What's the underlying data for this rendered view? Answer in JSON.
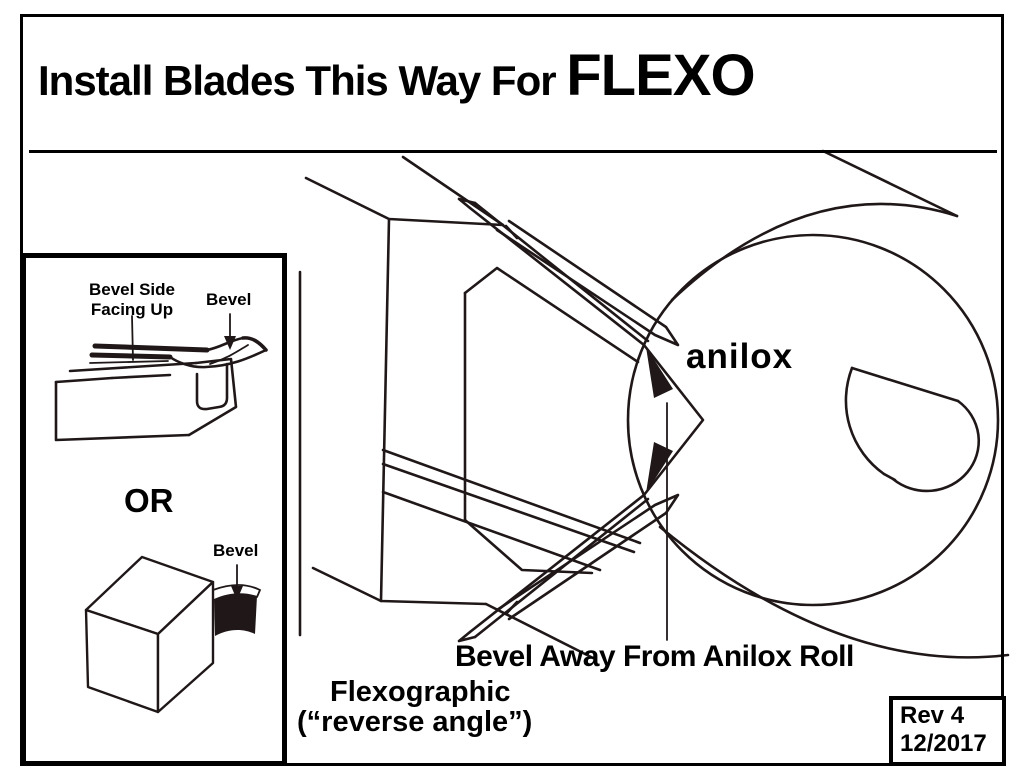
{
  "page": {
    "title": "Install Blades This Way For ",
    "title_emphasis": "FLEXO"
  },
  "inset_panel": {
    "blade_side_label_line1": "Bevel Side",
    "blade_side_label_line2": "Facing Up",
    "bevel_label_top": "Bevel",
    "or_separator": "OR",
    "bevel_label_bottom": "Bevel"
  },
  "main_diagram": {
    "roll_label": "anilox",
    "caption": "Bevel Away From Anilox Roll",
    "method_line1": "Flexographic",
    "method_line2": "(“reverse angle”)"
  },
  "revision_box": {
    "revision": "Rev 4",
    "date": "12/2017"
  },
  "colors": {
    "ink": "#201818",
    "text": "#000000",
    "border": "#000000",
    "background": "#ffffff"
  }
}
